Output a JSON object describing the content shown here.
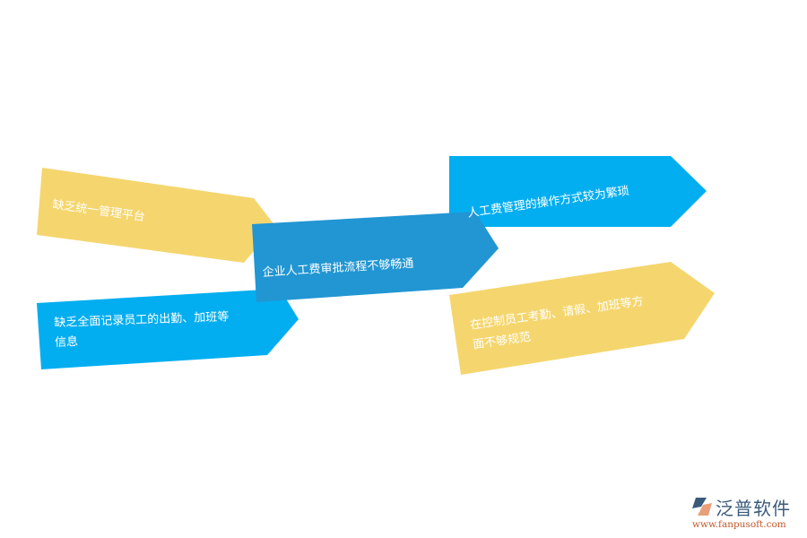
{
  "diagram": {
    "colors": {
      "yellow": "#f5d66e",
      "cyan": "#03aef0",
      "blue": "#2196d3",
      "text": "#ffffff"
    },
    "arrows": [
      {
        "id": "a1",
        "label": "缺乏统一管理平台",
        "color": "yellow"
      },
      {
        "id": "a2",
        "label": "缺乏全面记录员工的出勤、加班等信息",
        "line1": "缺乏全面记录员工的出勤、加班等",
        "line2": "信息",
        "color": "cyan"
      },
      {
        "id": "a3",
        "label": "企业人工费审批流程不够畅通",
        "color": "blue"
      },
      {
        "id": "a4",
        "label": "人工费管理的操作方式较为繁琐",
        "color": "cyan"
      },
      {
        "id": "a5",
        "label": "在控制员工考勤、请假、加班等方面不够规范",
        "line1": "在控制员工考勤、请假、加班等方",
        "line2": "面不够规范",
        "color": "yellow"
      }
    ]
  },
  "logo": {
    "name": "泛普软件",
    "url": "www.fanpusoft.com"
  }
}
